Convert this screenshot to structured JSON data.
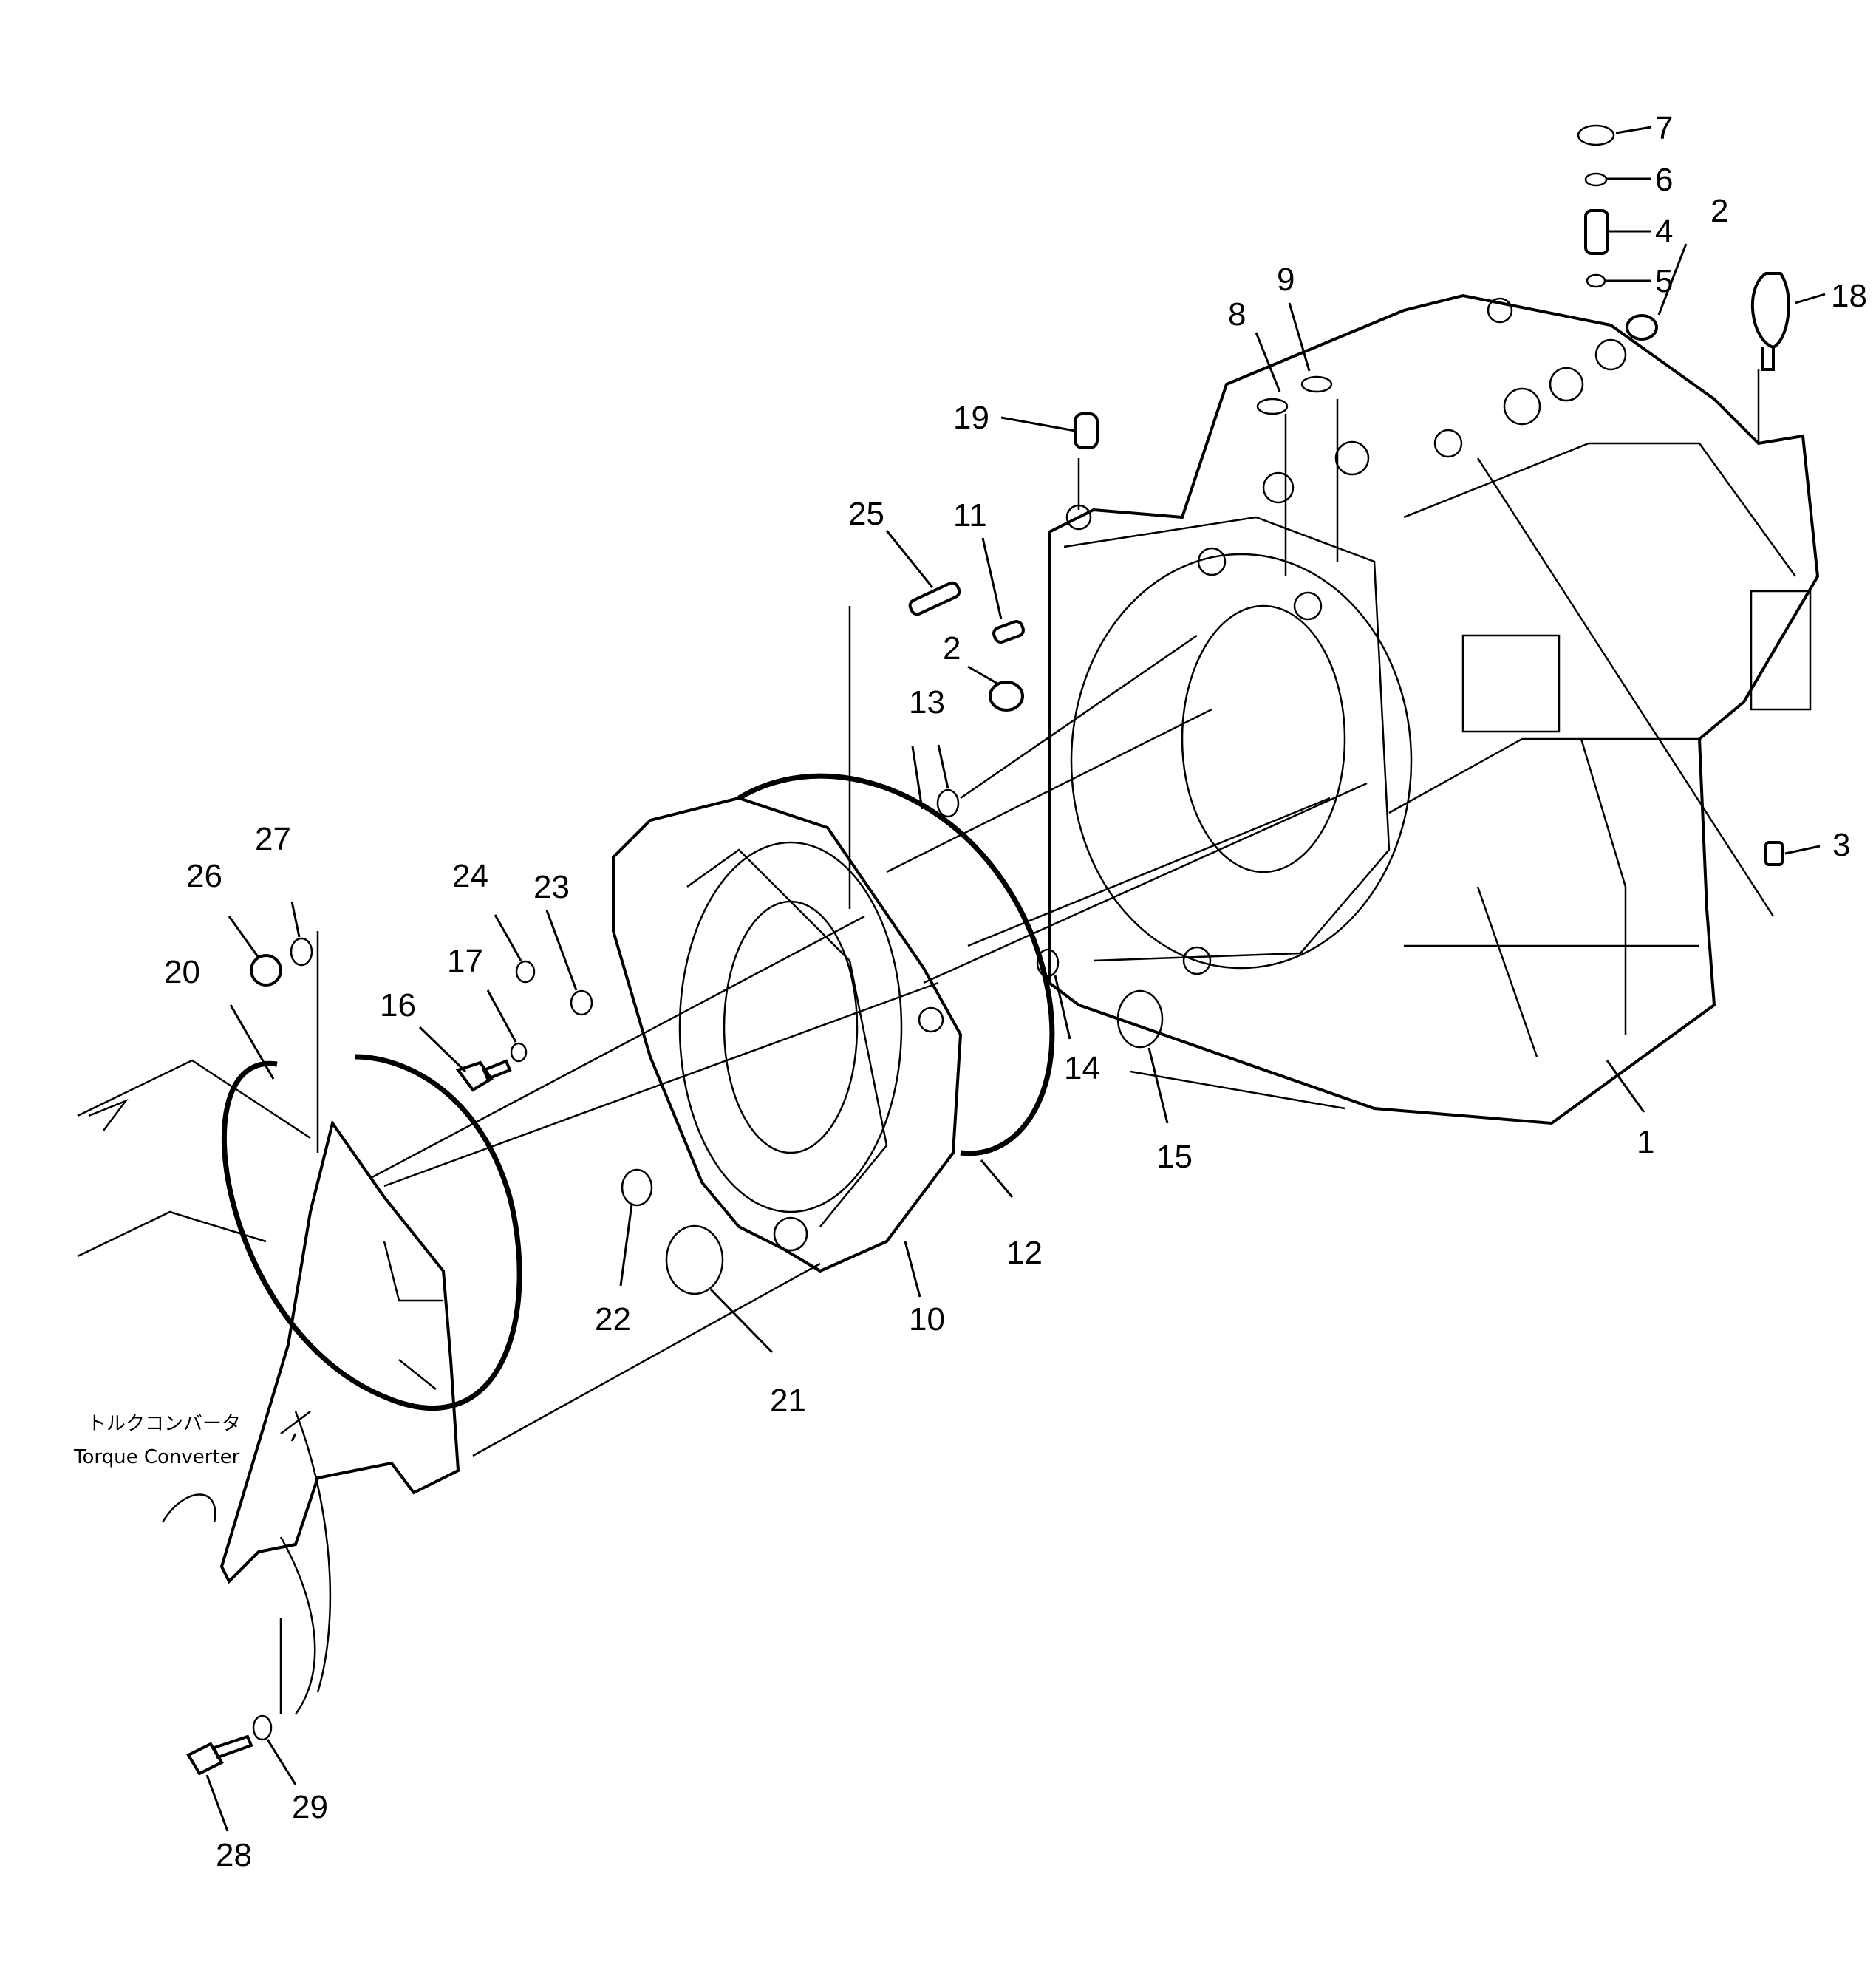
{
  "callouts": {
    "c1": "1",
    "c2a": "2",
    "c2b": "2",
    "c3": "3",
    "c4": "4",
    "c5": "5",
    "c6": "6",
    "c7": "7",
    "c8": "8",
    "c9": "9",
    "c10": "10",
    "c11": "11",
    "c12": "12",
    "c13": "13",
    "c14": "14",
    "c15": "15",
    "c16": "16",
    "c17": "17",
    "c18": "18",
    "c19": "19",
    "c20": "20",
    "c21": "21",
    "c22": "22",
    "c23": "23",
    "c24": "24",
    "c25": "25",
    "c26": "26",
    "c27": "27",
    "c28": "28",
    "c29": "29"
  },
  "annotations": {
    "torque_converter_jp": "トルクコンバータ",
    "torque_converter_en": "Torque Converter"
  }
}
